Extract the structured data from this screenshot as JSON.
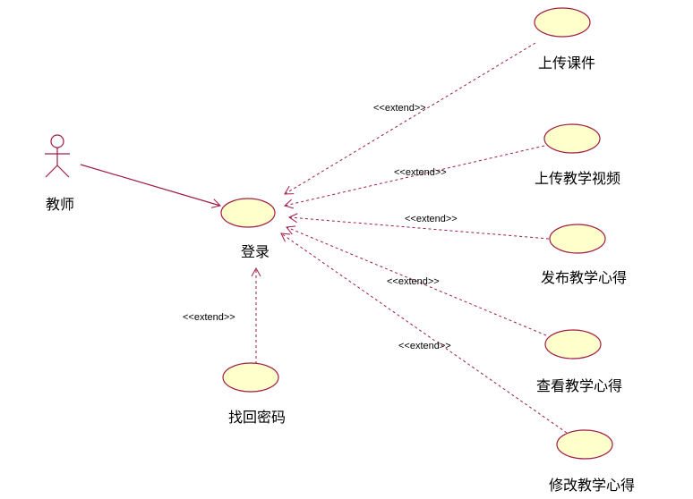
{
  "colors": {
    "line": "#A01C46",
    "ellipse_fill": "#FFFFCC",
    "ellipse_stroke": "#A01C46",
    "text": "#000000"
  },
  "actor": {
    "name": "教师",
    "icon": "stick-figure-actor-icon"
  },
  "use_cases": {
    "login": "登录",
    "upload_courseware": "上传课件",
    "upload_video": "上传教学视频",
    "publish_experience": "发布教学心得",
    "view_experience": "查看教学心得",
    "edit_experience": "修改教学心得",
    "recover_password": "找回密码"
  },
  "relations": {
    "extend_label": "<<extend>>"
  }
}
